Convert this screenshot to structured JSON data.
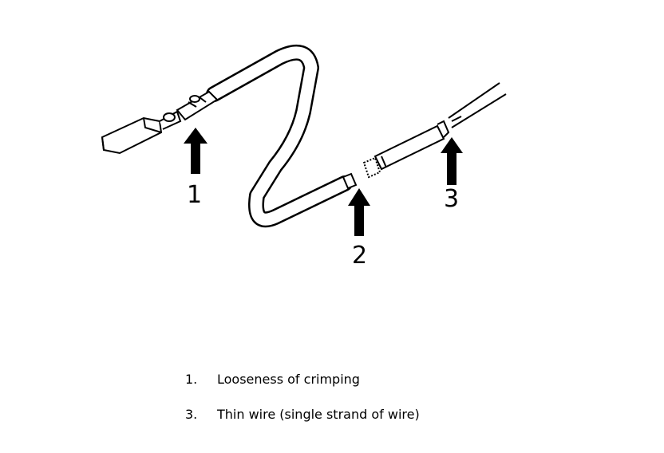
{
  "diagram": {
    "callouts": [
      {
        "number": "1"
      },
      {
        "number": "2"
      },
      {
        "number": "3"
      }
    ]
  },
  "legend": {
    "items": [
      {
        "number": "1.",
        "text": "Looseness of crimping"
      },
      {
        "number": "3.",
        "text": "Thin wire (single strand of wire)"
      }
    ]
  }
}
